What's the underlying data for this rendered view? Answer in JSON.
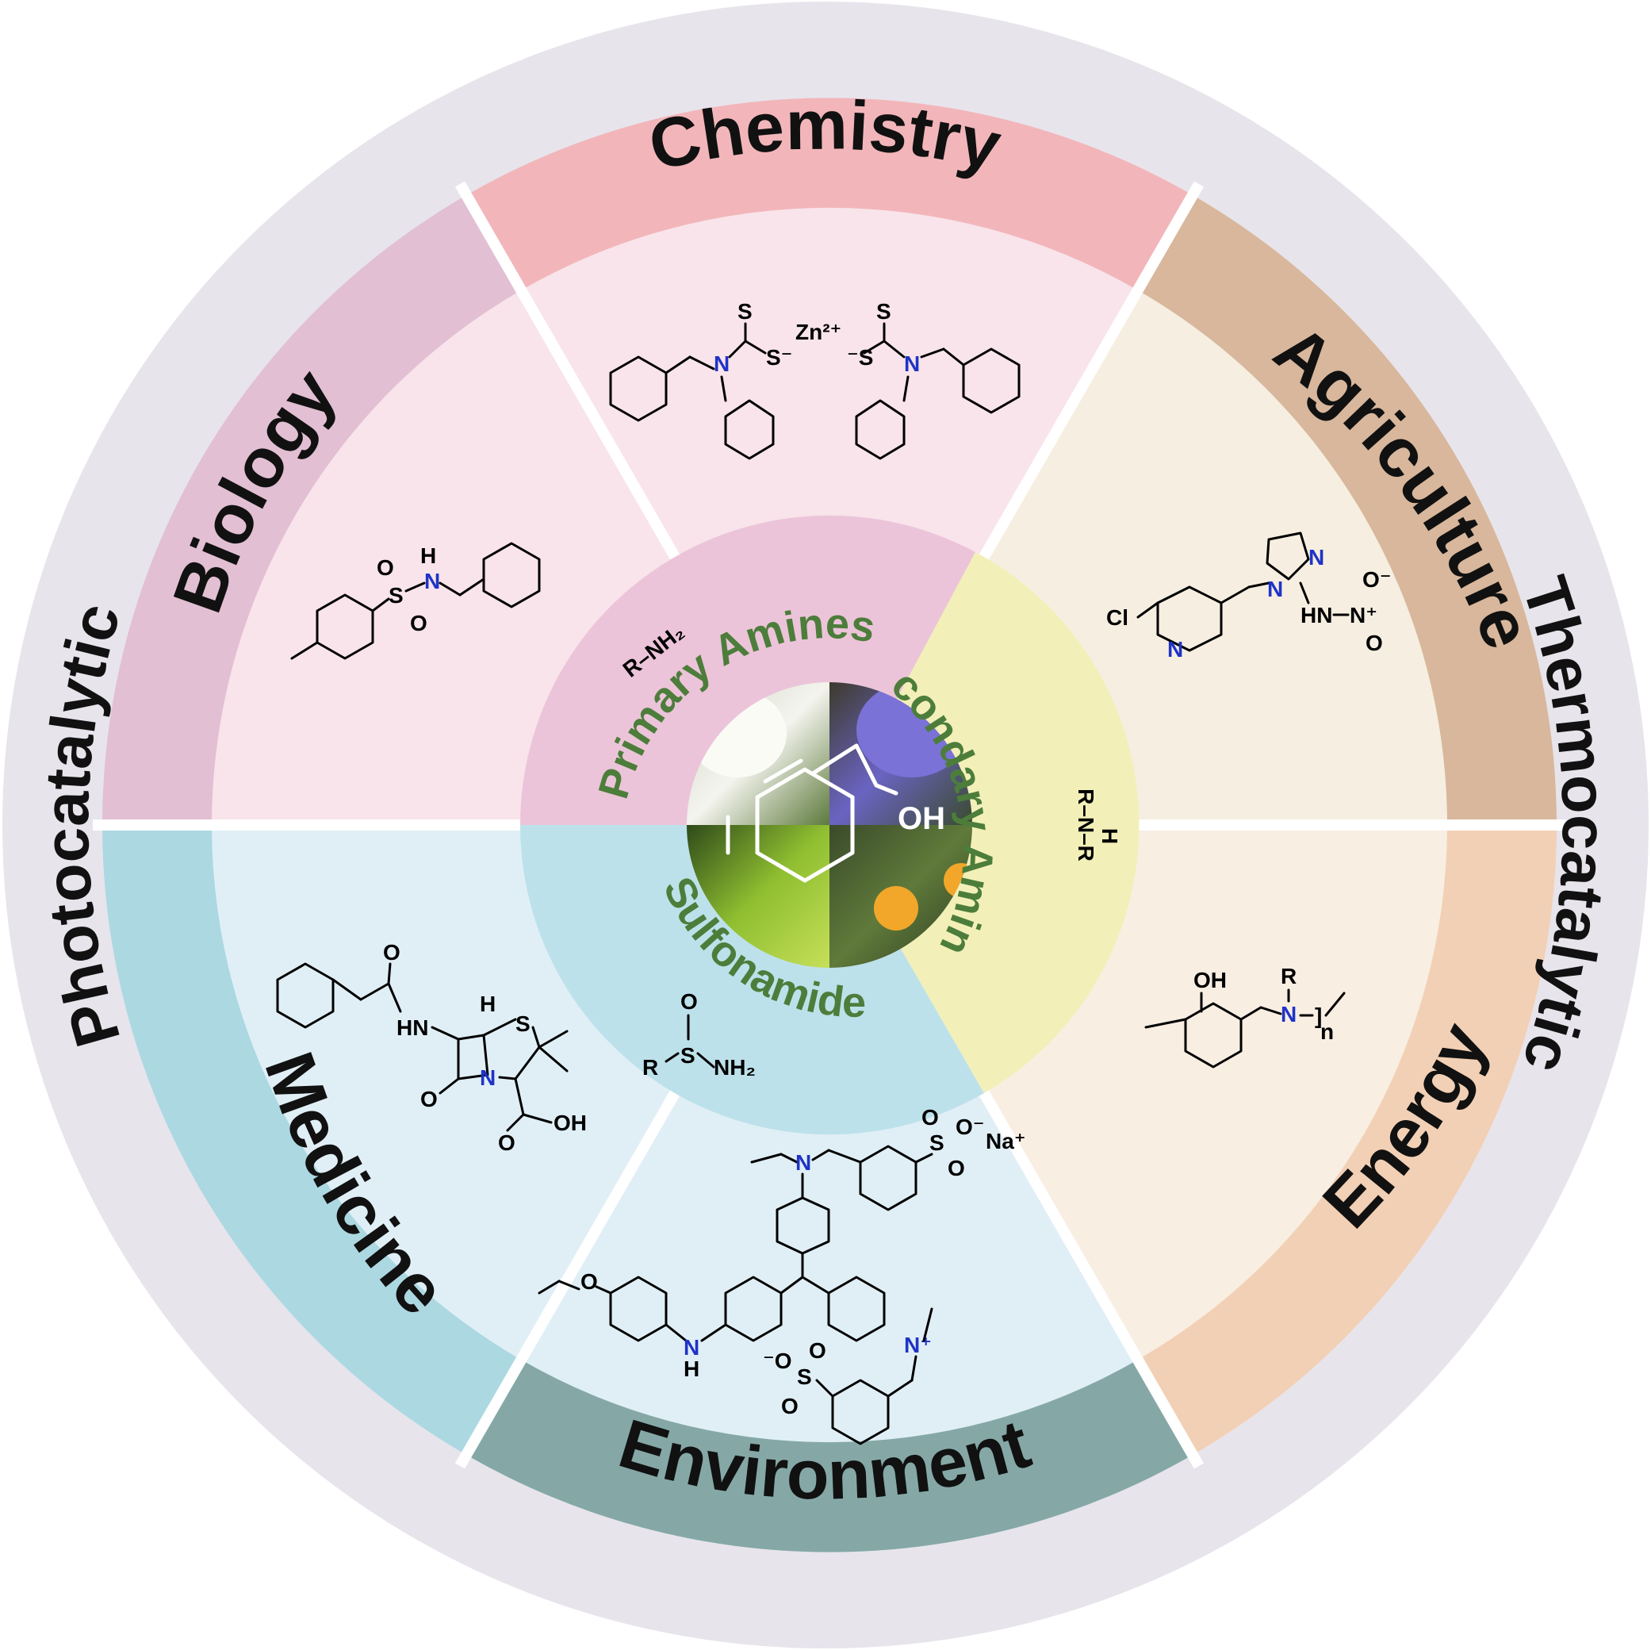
{
  "outer_ring": {
    "left": "Photocatalytic",
    "right": "Thermocatalytic"
  },
  "segments": [
    {
      "id": "chemistry",
      "label": "Chemistry",
      "band_color": "#f2b6ba",
      "panel_color": "#f8e4ea"
    },
    {
      "id": "agriculture",
      "label": "Agriculture",
      "band_color": "#d8b79c",
      "panel_color": "#f6eee0"
    },
    {
      "id": "energy",
      "label": "Energy",
      "band_color": "#f2d0b5",
      "panel_color": "#f8eee2"
    },
    {
      "id": "environment",
      "label": "Environment",
      "band_color": "#85a8a6",
      "panel_color": "#e0eff6"
    },
    {
      "id": "medicine",
      "label": "Medicine",
      "band_color": "#acd8e2",
      "panel_color": "#e0eff6"
    },
    {
      "id": "biology",
      "label": "Biology",
      "band_color": "#e2bfd3",
      "panel_color": "#f8e4ea"
    }
  ],
  "inner_ring": {
    "primary": {
      "label": "Primary Amines",
      "formula": "R–NH₂",
      "color": "#ecc4d9"
    },
    "secondary": {
      "label": "Secondary Amines",
      "formula_top": "H",
      "formula_mid": "R–N–R",
      "color": "#f2f0b8"
    },
    "sulfonamide": {
      "label": "Sulfonamide",
      "formula_o": "O",
      "formula_s": "S",
      "formula_r": "R",
      "formula_nh2": "NH₂",
      "color": "#bde1ea"
    }
  },
  "center": {
    "oh_label": "OH"
  },
  "chem_labels": {
    "chemistry": {
      "s1": "S",
      "s2": "S⁻",
      "s3": "⁻S",
      "s4": "S",
      "n1": "N",
      "n2": "N",
      "zn": "Zn²⁺"
    },
    "agriculture": {
      "cl": "Cl",
      "n_py": "N",
      "n_ring1": "N",
      "n_ring2": "N",
      "hn": "HN",
      "n_nitro": "N⁺",
      "o1": "O⁻",
      "o2": "O"
    },
    "energy": {
      "oh": "OH",
      "r": "R",
      "n": "N",
      "bracket": "]",
      "n_sub": "n"
    },
    "environment": {
      "n1": "N",
      "so3_s": "S",
      "so3_o1": "O⁻",
      "so3_o2": "O",
      "so3_o3": "O",
      "na": "Na⁺",
      "o_ether": "O",
      "nh_n": "N",
      "nh_h": "H",
      "nplus": "N⁺",
      "so3b_s": "S",
      "so3b_o1": "⁻O",
      "so3b_o2": "O",
      "so3b_o3": "O"
    },
    "medicine": {
      "o1": "O",
      "hn": "HN",
      "h": "H",
      "s": "S",
      "n": "N",
      "o2": "O",
      "o3": "O",
      "oh": "OH"
    },
    "biology": {
      "h": "H",
      "n": "N",
      "s": "S",
      "o1": "O",
      "o2": "O"
    }
  }
}
